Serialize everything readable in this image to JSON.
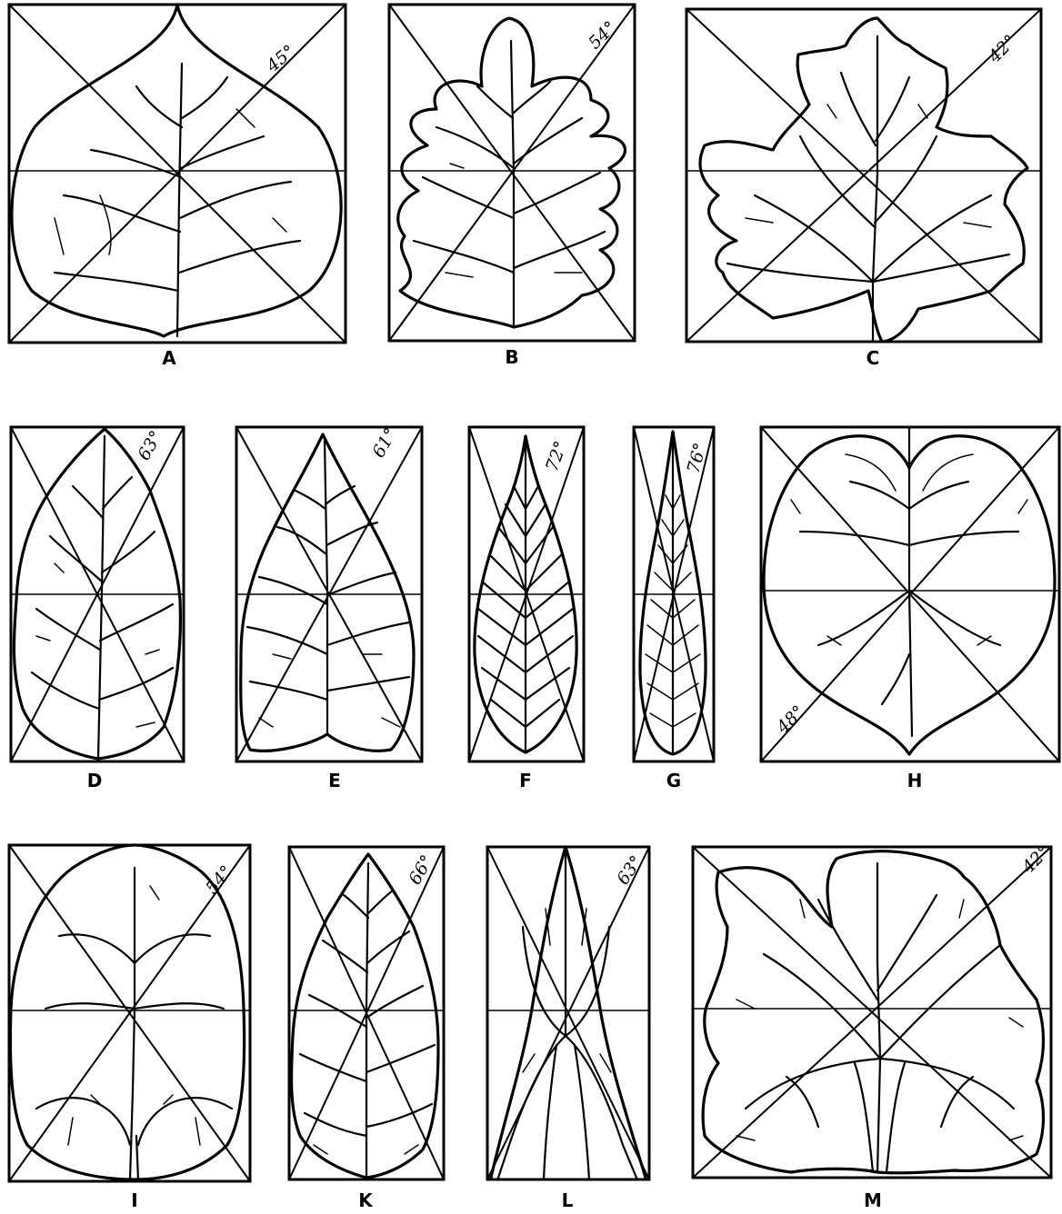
{
  "figure": {
    "panels": [
      {
        "id": "A",
        "label": "A",
        "angle": "45°"
      },
      {
        "id": "B",
        "label": "B",
        "angle": "54°"
      },
      {
        "id": "C",
        "label": "C",
        "angle": "42°"
      },
      {
        "id": "D",
        "label": "D",
        "angle": "63°"
      },
      {
        "id": "E",
        "label": "E",
        "angle": "61°"
      },
      {
        "id": "F",
        "label": "F",
        "angle": "72°"
      },
      {
        "id": "G",
        "label": "G",
        "angle": "76°"
      },
      {
        "id": "H",
        "label": "H",
        "angle": "48°"
      },
      {
        "id": "I",
        "label": "I",
        "angle": "54°"
      },
      {
        "id": "K",
        "label": "K",
        "angle": "66°"
      },
      {
        "id": "L",
        "label": "L",
        "angle": "63°"
      },
      {
        "id": "M",
        "label": "M",
        "angle": "42°"
      }
    ]
  }
}
